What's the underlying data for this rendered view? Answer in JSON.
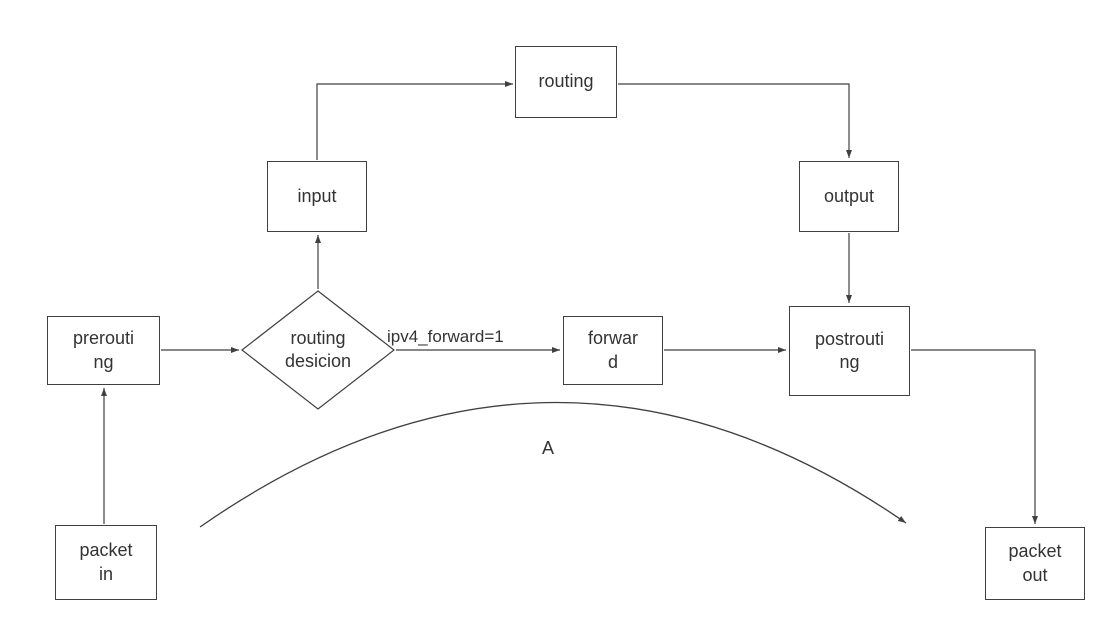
{
  "diagram": {
    "nodes": {
      "packet_in": {
        "label": "packet\nin"
      },
      "prerouting": {
        "label": "prerouti\nng"
      },
      "routing_decision": {
        "label": "routing\ndesicion"
      },
      "input": {
        "label": "input"
      },
      "routing": {
        "label": "routing"
      },
      "output": {
        "label": "output"
      },
      "forward": {
        "label": "forwar\nd"
      },
      "postrouting": {
        "label": "postrouti\nng"
      },
      "packet_out": {
        "label": "packet\nout"
      }
    },
    "edge_labels": {
      "ipv4_forward": "ipv4_forward=1",
      "arc": "A"
    },
    "colors": {
      "stroke": "#404040",
      "text": "#333333",
      "background": "#ffffff"
    }
  }
}
